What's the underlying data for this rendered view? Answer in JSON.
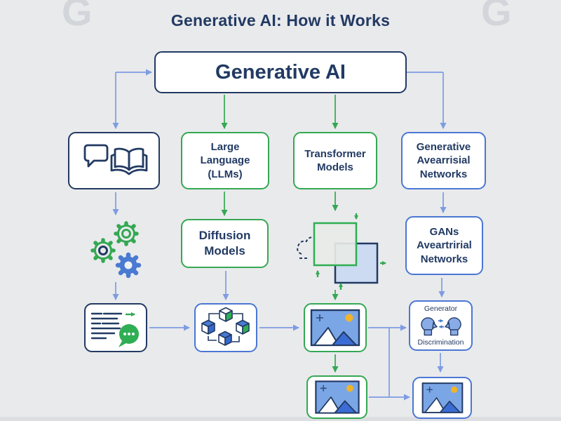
{
  "title": "Generative AI: How it Works",
  "watermark": {
    "left": "G",
    "right": "G"
  },
  "colors": {
    "background": "#e9eaec",
    "navy": "#223a63",
    "green": "#34a853",
    "blue_border": "#4a77d4",
    "arrow_blue": "#7d9ce2",
    "sky_blue": "#7ba6e6",
    "mountain_blue": "#3b6cd4",
    "sun_yellow": "#f0b429"
  },
  "nodes": {
    "root": {
      "label": "Generative AI"
    },
    "input": {
      "icon": "chat-book-icon"
    },
    "llm": {
      "label": "Large Language (LLMs)"
    },
    "transformer": {
      "label": "Transformer Models"
    },
    "gan": {
      "label": "Generative Avearrisial Networks"
    },
    "processing": {
      "icon": "gears-icon"
    },
    "diffusion": {
      "label": "Diffusion Models"
    },
    "attention": {
      "icon": "transformer-squares-icon"
    },
    "gans": {
      "label": "GANs Aveartririal Networks"
    },
    "text_output": {
      "icon": "document-chat-icon"
    },
    "network": {
      "icon": "network-cubes-icon"
    },
    "image_a": {
      "icon": "picture-icon"
    },
    "generator": {
      "label_top": "Generator",
      "label_bottom": "Discrimination",
      "icon": "faces-exchange-icon"
    },
    "image_b": {
      "icon": "picture-icon"
    },
    "image_c": {
      "icon": "picture-icon"
    }
  }
}
